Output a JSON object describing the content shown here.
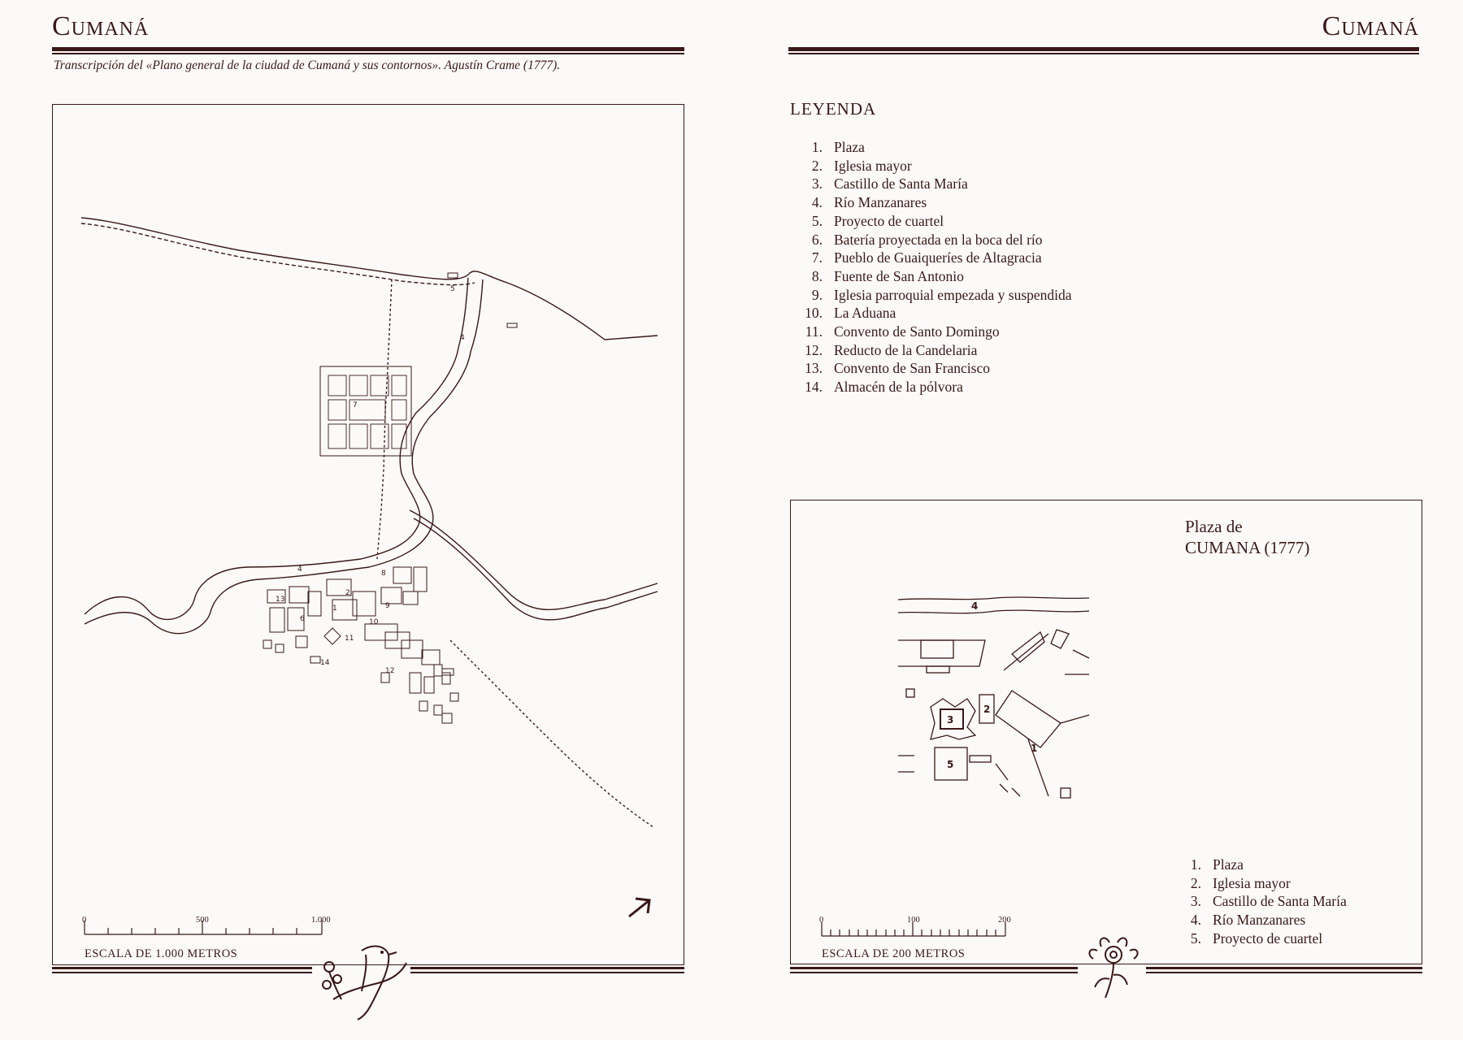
{
  "page": {
    "left_header": "Cumaná",
    "right_header": "Cumaná",
    "subtitle": "Transcripción del «Plano general de la ciudad de Cumaná y sus contornos». Agustín Crame (1777)."
  },
  "main_map": {
    "labels": [
      "1",
      "2",
      "4",
      "4",
      "5",
      "6",
      "7",
      "8",
      "9",
      "10",
      "11",
      "12",
      "13",
      "14"
    ],
    "scale": {
      "ticks": [
        "0",
        "500",
        "1.000"
      ],
      "label": "ESCALA DE 1.000 METROS"
    }
  },
  "legend": {
    "title": "LEYENDA",
    "items": [
      {
        "num": "1.",
        "text": "Plaza"
      },
      {
        "num": "2.",
        "text": "Iglesia mayor"
      },
      {
        "num": "3.",
        "text": "Castillo de Santa María"
      },
      {
        "num": "4.",
        "text": "Río Manzanares"
      },
      {
        "num": "5.",
        "text": "Proyecto de cuartel"
      },
      {
        "num": "6.",
        "text": "Batería proyectada en la boca del río"
      },
      {
        "num": "7.",
        "text": "Pueblo de Guaiqueríes de Altagracia"
      },
      {
        "num": "8.",
        "text": "Fuente de San Antonio"
      },
      {
        "num": "9.",
        "text": "Iglesia parroquial empezada y suspendida"
      },
      {
        "num": "10.",
        "text": "La Aduana"
      },
      {
        "num": "11.",
        "text": "Convento de Santo Domingo"
      },
      {
        "num": "12.",
        "text": "Reducto de la Candelaria"
      },
      {
        "num": "13.",
        "text": "Convento de San Francisco"
      },
      {
        "num": "14.",
        "text": "Almacén de la pólvora"
      }
    ]
  },
  "inset": {
    "title_line1": "Plaza de",
    "title_line2": "CUMANA (1777)",
    "map_labels": [
      "4",
      "3",
      "2",
      "5",
      "1"
    ],
    "legend": [
      {
        "num": "1.",
        "text": "Plaza"
      },
      {
        "num": "2.",
        "text": "Iglesia mayor"
      },
      {
        "num": "3.",
        "text": "Castillo de Santa María"
      },
      {
        "num": "4.",
        "text": "Río Manzanares"
      },
      {
        "num": "5.",
        "text": "Proyecto de cuartel"
      }
    ],
    "scale": {
      "ticks": [
        "0",
        "100",
        "200"
      ],
      "label": "ESCALA DE 200 METROS"
    }
  },
  "colors": {
    "ink": "#3a1818",
    "paper": "#fbfaf8"
  },
  "icons": [
    "north-arrow-icon",
    "bird-vignette-icon",
    "flower-vignette-icon"
  ]
}
